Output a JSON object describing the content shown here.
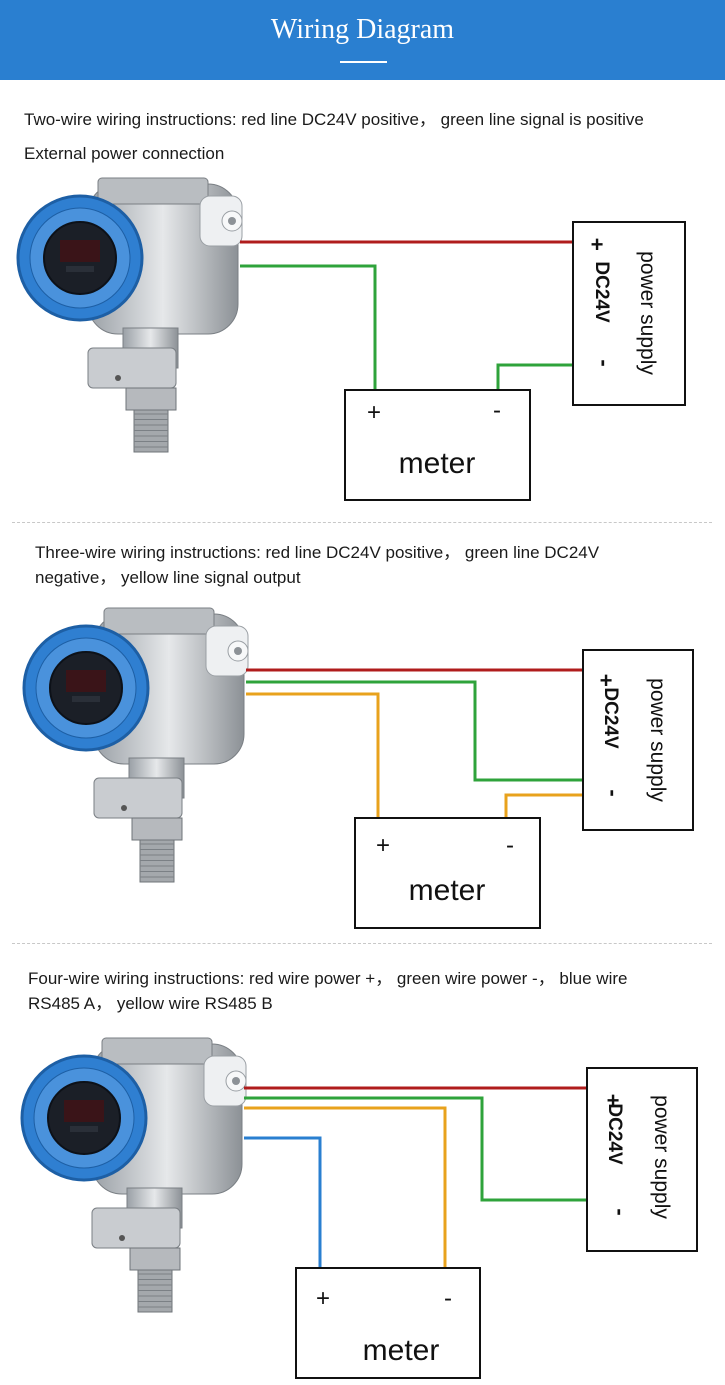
{
  "header": {
    "title": "Wiring Diagram"
  },
  "sections": [
    {
      "lines": [
        "Two-wire wiring instructions: red line DC24V positive， green line signal is positive",
        "External power connection"
      ],
      "meter": {
        "label": "meter",
        "plus": "+",
        "minus": "-"
      },
      "supply": {
        "label": "power supply",
        "voltage": "DC24V",
        "plus": "+",
        "minus": "-"
      },
      "wires": [
        "red",
        "green"
      ]
    },
    {
      "lines": [
        "Three-wire wiring instructions: red line DC24V positive， green line DC24V",
        "negative， yellow line signal output"
      ],
      "meter": {
        "label": "meter",
        "plus": "+",
        "minus": "-"
      },
      "supply": {
        "label": "power supply",
        "voltage": "DC24V",
        "plus": "+",
        "minus": "-"
      },
      "wires": [
        "red",
        "green",
        "yellow"
      ]
    },
    {
      "lines": [
        "Four-wire wiring instructions: red wire power +， green wire power  -， blue wire",
        "RS485  A， yellow wire RS485  B"
      ],
      "meter": {
        "label": "meter",
        "plus": "+",
        "minus": "-"
      },
      "supply": {
        "label": "power supply",
        "voltage": "DC24V",
        "plus": "+",
        "minus": "-"
      },
      "wires": [
        "red",
        "green",
        "yellow",
        "blue"
      ]
    }
  ],
  "colors": {
    "header": "#2a7fd0",
    "red": "#b01c1c",
    "green": "#2fa33b",
    "yellow": "#e8a21c",
    "blue": "#2a7fd0"
  },
  "icons": {
    "device": "pressure-transmitter-icon"
  }
}
